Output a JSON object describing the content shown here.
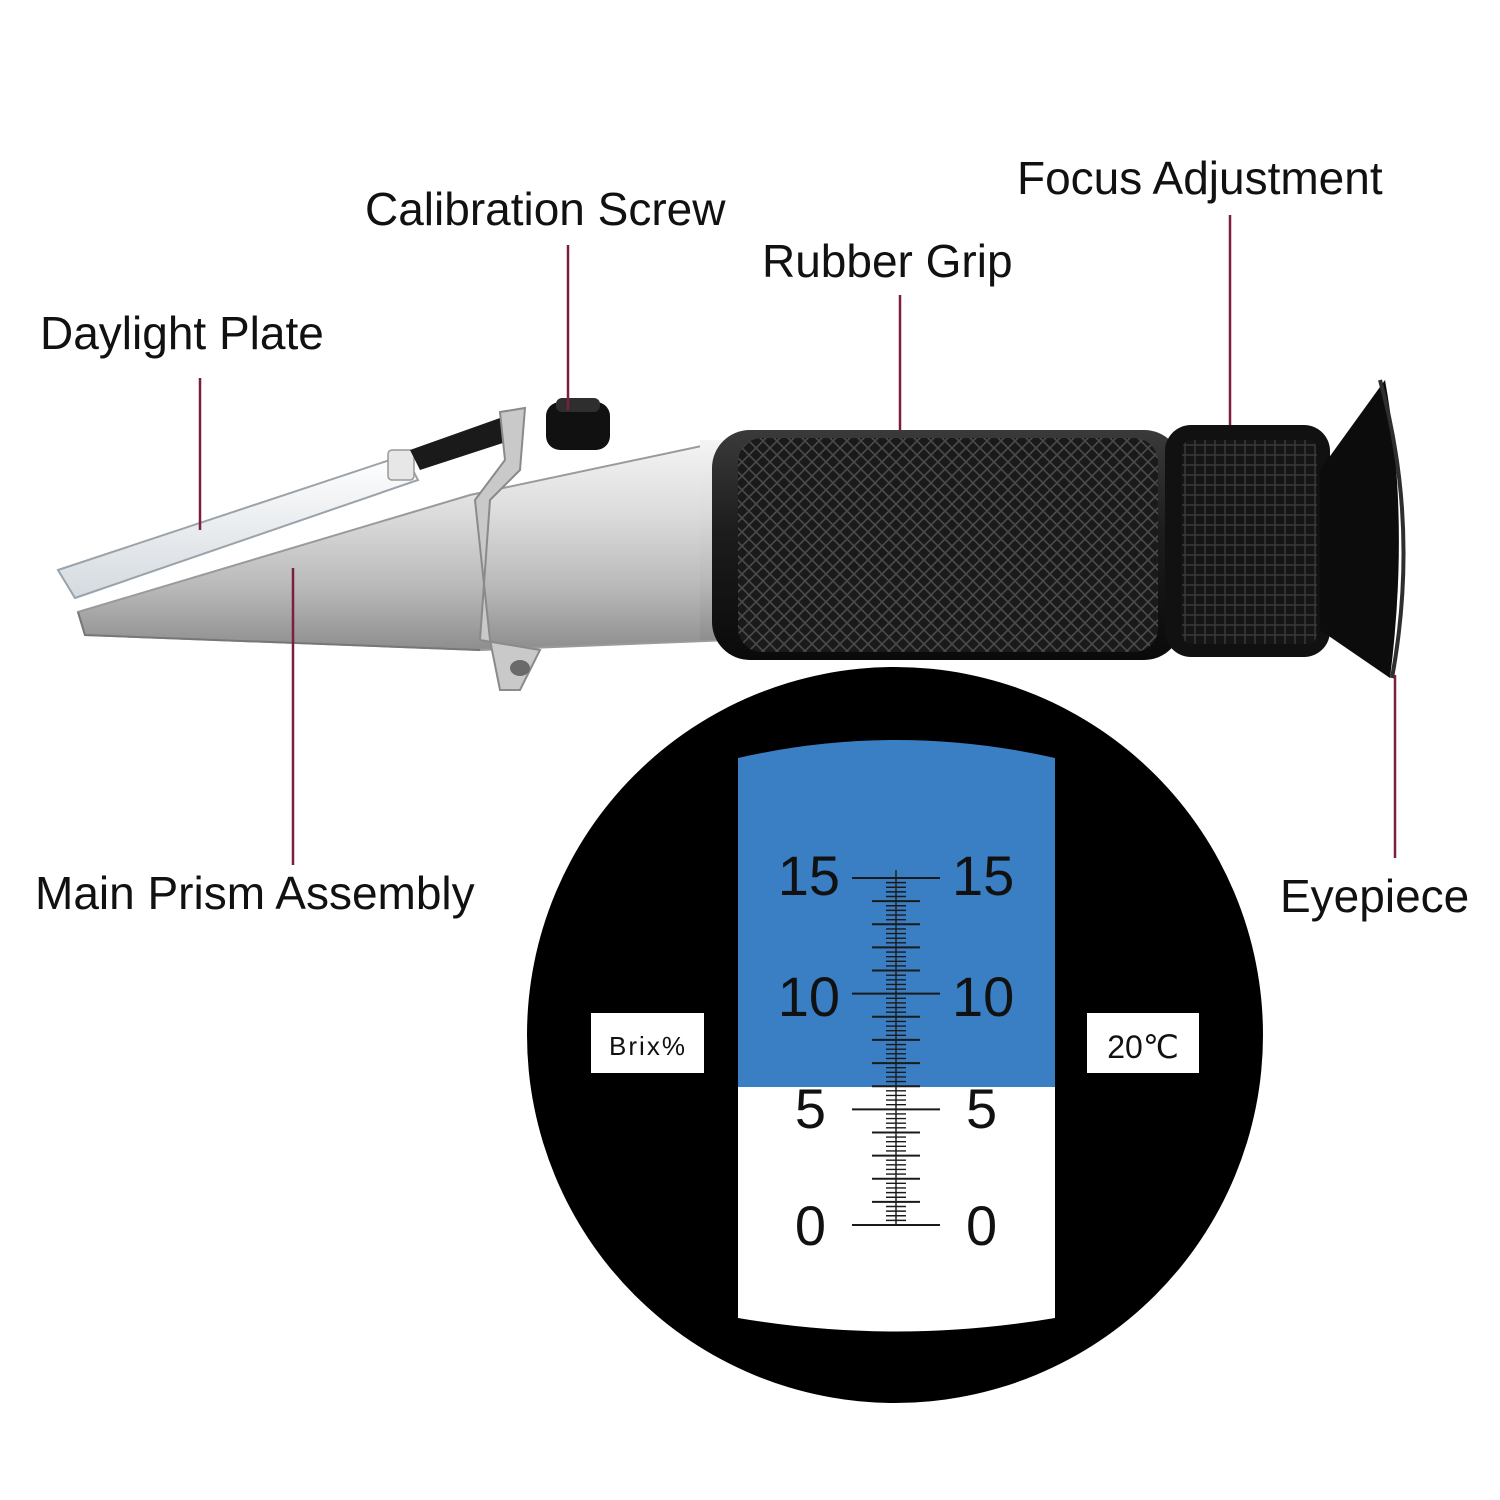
{
  "labels": {
    "daylight_plate": "Daylight Plate",
    "calibration_screw": "Calibration Screw",
    "rubber_grip": "Rubber Grip",
    "focus_adjustment": "Focus Adjustment",
    "main_prism_assembly": "Main Prism Assembly",
    "eyepiece": "Eyepiece"
  },
  "eyepiece_view": {
    "left_tag": "Brix%",
    "right_tag": "20℃",
    "scale_values": [
      "15",
      "10",
      "5",
      "0"
    ],
    "reading": 5.5
  },
  "colors": {
    "leader_line": "#7a1f3d",
    "field_blue": "#3a7ec4",
    "field_white": "#ffffff",
    "view_black": "#000000"
  }
}
